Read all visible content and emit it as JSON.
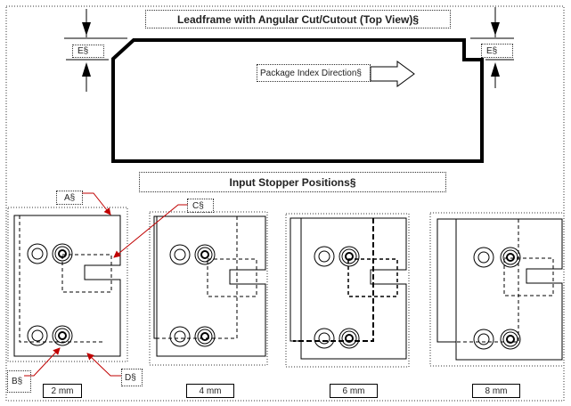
{
  "diagram": {
    "title": "Leadframe with Angular Cut/Cutout (Top View)§",
    "subtitle": "Input Stopper Positions§",
    "index_direction_label": "Package Index Direction§",
    "dimension_labels": {
      "left": "E§",
      "right": "E§"
    },
    "callouts": {
      "a": "A§",
      "b": "B§",
      "c": "C§",
      "d": "D§"
    },
    "callout_color": "#c00000",
    "positions": [
      {
        "label": "2 mm",
        "value_mm": 2
      },
      {
        "label": "4 mm",
        "value_mm": 4
      },
      {
        "label": "6 mm",
        "value_mm": 6
      },
      {
        "label": "8 mm",
        "value_mm": 8
      }
    ]
  }
}
